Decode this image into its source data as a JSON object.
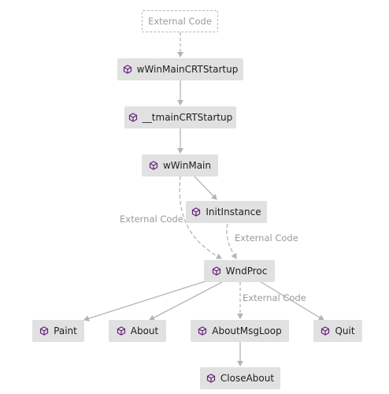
{
  "colors": {
    "node_fill": "#e1e1e1",
    "edge": "#b4b4b4",
    "icon_purple": "#68217a",
    "label_grey": "#9a9a9a"
  },
  "graph": {
    "external_root": {
      "label": "External Code"
    },
    "nodes": {
      "wwinmaincrtstartup": {
        "label": "wWinMainCRTStartup",
        "icon": "method-cube-icon"
      },
      "tmaincrtstartup": {
        "label": "__tmainCRTStartup",
        "icon": "method-cube-icon"
      },
      "wwinmain": {
        "label": "wWinMain",
        "icon": "method-cube-icon"
      },
      "initinstance": {
        "label": "InitInstance",
        "icon": "method-cube-icon"
      },
      "wndproc": {
        "label": "WndProc",
        "icon": "method-cube-icon"
      },
      "paint": {
        "label": "Paint",
        "icon": "method-cube-icon"
      },
      "about": {
        "label": "About",
        "icon": "method-cube-icon"
      },
      "aboutmsgloop": {
        "label": "AboutMsgLoop",
        "icon": "method-cube-icon"
      },
      "quit": {
        "label": "Quit",
        "icon": "method-cube-icon"
      },
      "closeabout": {
        "label": "CloseAbout",
        "icon": "method-cube-icon"
      }
    },
    "edge_labels": {
      "wwinmain_to_wndproc": "External Code",
      "initinstance_to_wndproc": "External Code",
      "wndproc_to_aboutmsgloop": "External Code"
    }
  }
}
